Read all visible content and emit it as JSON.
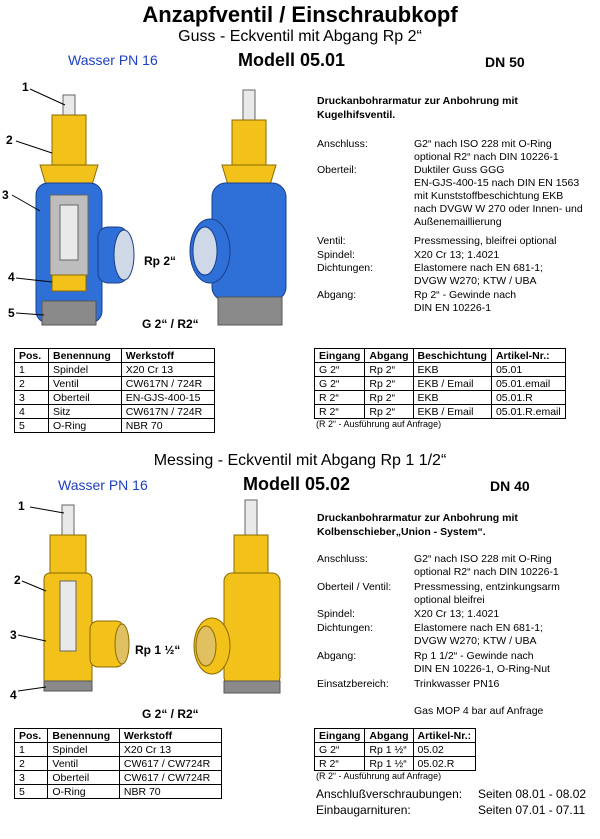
{
  "header": {
    "title": "Anzapfventil  /  Einschraubkopf",
    "subtitle1": "Guss - Eckventil mit Abgang Rp 2“",
    "subtitle2": "Messing - Eckventil mit Abgang Rp 1 1/2“"
  },
  "colors": {
    "blue": "#2e6fd8",
    "yellow": "#f2c21b",
    "grey": "#8a8a8a",
    "label_blue": "#1e3fbf"
  },
  "s1": {
    "medium": "Wasser PN 16",
    "model": "Modell 05.01",
    "dn": "DN 50",
    "desc": [
      "Druckanbohrarmatur zur Anbohrung mit",
      "Kugelhifsventil."
    ],
    "callouts": [
      "1",
      "2",
      "3",
      "4",
      "5"
    ],
    "rp": "Rp 2“",
    "g": "G 2“ / R2“",
    "specs": [
      {
        "k": "Anschluss:",
        "v": [
          "G2“ nach ISO 228 mit O-Ring",
          "optional R2“ nach DIN 10226-1"
        ]
      },
      {
        "k": "Oberteil:",
        "v": [
          "Duktiler Guss GGG",
          "EN-GJS-400-15 nach DIN EN 1563",
          "mit Kunststoffbeschichtung EKB",
          "nach DVGW W 270 oder Innen- und",
          "Außenemaillierung"
        ]
      },
      {
        "k": "Ventil:",
        "v": [
          "Pressmessing, bleifrei optional"
        ]
      },
      {
        "k": "Spindel:",
        "v": [
          "X20 Cr 13; 1.4021"
        ]
      },
      {
        "k": "Dichtungen:",
        "v": [
          "Elastomere nach EN 681-1;",
          "DVGW W270;  KTW / UBA"
        ]
      },
      {
        "k": "Abgang:",
        "v": [
          "Rp 2“ - Gewinde nach",
          "DIN EN 10226-1"
        ]
      }
    ],
    "parts_head": [
      "Pos.",
      "Benennung",
      "Werkstoff"
    ],
    "parts": [
      [
        "1",
        "Spindel",
        "X20 Cr 13"
      ],
      [
        "2",
        "Ventil",
        "CW617N / 724R"
      ],
      [
        "3",
        "Oberteil",
        "EN-GJS-400-15"
      ],
      [
        "4",
        "Sitz",
        "CW617N / 724R"
      ],
      [
        "5",
        "O-Ring",
        "NBR 70"
      ]
    ],
    "art_head": [
      "Eingang",
      "Abgang",
      "Beschichtung",
      "Artikel-Nr.:"
    ],
    "art": [
      [
        "G 2“",
        "Rp 2“",
        "EKB",
        "05.01"
      ],
      [
        "G 2“",
        "Rp 2“",
        "EKB / Email",
        "05.01.email"
      ],
      [
        "R 2“",
        "Rp 2“",
        "EKB",
        "05.01.R"
      ],
      [
        "R 2“",
        "Rp 2“",
        "EKB / Email",
        "05.01.R.email"
      ]
    ],
    "note": "(R 2“ - Ausführung auf Anfrage)"
  },
  "s2": {
    "medium": "Wasser PN 16",
    "model": "Modell 05.02",
    "dn": "DN 40",
    "desc": [
      "Druckanbohrarmatur zur Anbohrung mit",
      "Kolbenschieber„Union - System“."
    ],
    "callouts": [
      "1",
      "2",
      "3",
      "4"
    ],
    "rp": "Rp 1 ½“",
    "g": "G 2“ / R2“",
    "specs": [
      {
        "k": "Anschluss:",
        "v": [
          "G2“ nach ISO 228 mit O-Ring",
          "optional R2“ nach DIN 10226-1"
        ]
      },
      {
        "k": "Oberteil / Ventil:",
        "v": [
          "Pressmessing, entzinkungsarm",
          "optional bleifrei"
        ]
      },
      {
        "k": "Spindel:",
        "v": [
          "X20 Cr 13; 1.4021"
        ]
      },
      {
        "k": "Dichtungen:",
        "v": [
          "Elastomere nach EN 681-1;",
          "DVGW W270; KTW / UBA"
        ]
      },
      {
        "k": "Abgang:",
        "v": [
          "Rp 1 1/2“ - Gewinde nach",
          "DIN EN 10226-1, O-Ring-Nut"
        ]
      },
      {
        "k": "Einsatzbereich:",
        "v": [
          "Trinkwasser  PN16"
        ]
      }
    ],
    "mop": "Gas MOP 4 bar auf Anfrage",
    "parts_head": [
      "Pos.",
      "Benennung",
      "Werkstoff"
    ],
    "parts": [
      [
        "1",
        "Spindel",
        "X20 Cr 13"
      ],
      [
        "2",
        "Ventil",
        "CW617 / CW724R"
      ],
      [
        "3",
        "Oberteil",
        "CW617 / CW724R"
      ],
      [
        "5",
        "O-Ring",
        "NBR 70"
      ]
    ],
    "art_head": [
      "Eingang",
      "Abgang",
      "Artikel-Nr.:"
    ],
    "art": [
      [
        "G 2“",
        "Rp 1 ½“",
        "05.02"
      ],
      [
        "R 2“",
        "Rp 1 ½“",
        "05.02.R"
      ]
    ],
    "note": "(R 2“ - Ausführung auf Anfrage)",
    "footer": [
      {
        "k": "Anschlußverschraubungen:",
        "v": "Seiten 08.01 - 08.02"
      },
      {
        "k": "Einbaugarnituren:",
        "v": "Seiten 07.01 - 07.11"
      }
    ]
  }
}
